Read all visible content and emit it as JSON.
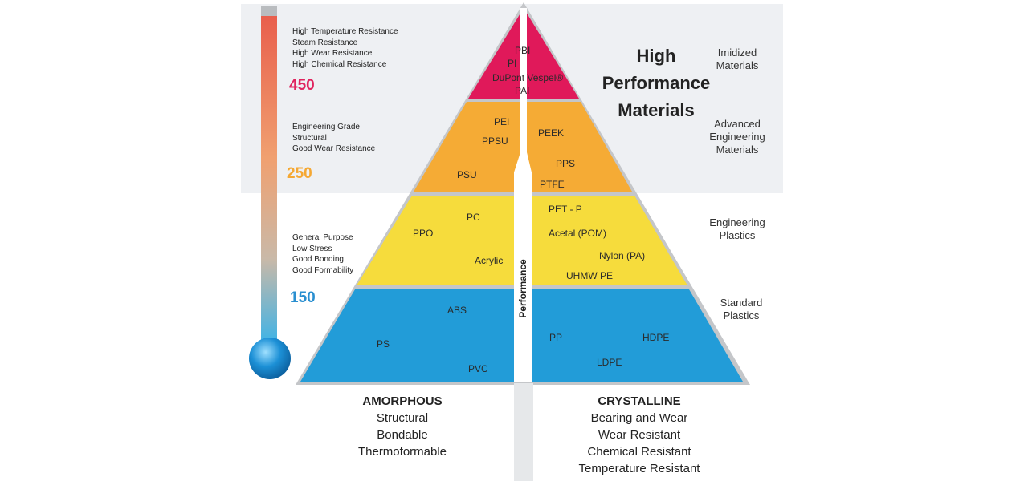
{
  "thermometer": {
    "levels": [
      {
        "value": "450",
        "color": "#e0245e",
        "properties": [
          "High Temperature Resistance",
          "Steam Resistance",
          "High Wear Resistance",
          "High Chemical Resistance"
        ]
      },
      {
        "value": "250",
        "color": "#f5a833",
        "properties": [
          "Engineering Grade",
          "Structural",
          "Good Wear Resistance"
        ]
      },
      {
        "value": "150",
        "color": "#2a8fd0",
        "properties": [
          "General Purpose",
          "Low Stress",
          "Good Bonding",
          "Good Formability"
        ]
      }
    ]
  },
  "heading": {
    "line1": "High",
    "line2": "Performance",
    "line3": "Materials"
  },
  "axis_label": "Performance",
  "tiers": [
    {
      "name": [
        "Imidized",
        "Materials"
      ],
      "color": "#e0195a",
      "materials": [
        "PBI",
        "PI",
        "DuPont Vespel®",
        "PAI"
      ]
    },
    {
      "name": [
        "Advanced",
        "Engineering",
        "Materials"
      ],
      "color": "#f5ab35",
      "amorphous": [
        "PEI",
        "PPSU",
        "PSU"
      ],
      "crystalline": [
        "PEEK",
        "PPS",
        "PTFE"
      ]
    },
    {
      "name": [
        "Engineering",
        "Plastics"
      ],
      "color": "#f6dc3c",
      "amorphous": [
        "PC",
        "PPO",
        "Acrylic"
      ],
      "crystalline": [
        "PET - P",
        "Acetal (POM)",
        "Nylon (PA)",
        "UHMW PE"
      ]
    },
    {
      "name": [
        "Standard",
        "Plastics"
      ],
      "color": "#229cd8",
      "amorphous": [
        "ABS",
        "PS",
        "PVC"
      ],
      "crystalline": [
        "PP",
        "HDPE",
        "LDPE"
      ]
    }
  ],
  "amorphous": {
    "title": "AMORPHOUS",
    "traits": [
      "Structural",
      "Bondable",
      "Thermoformable"
    ]
  },
  "crystalline": {
    "title": "CRYSTALLINE",
    "traits": [
      "Bearing and Wear",
      "Wear Resistant",
      "Chemical Resistant",
      "Temperature Resistant"
    ]
  }
}
